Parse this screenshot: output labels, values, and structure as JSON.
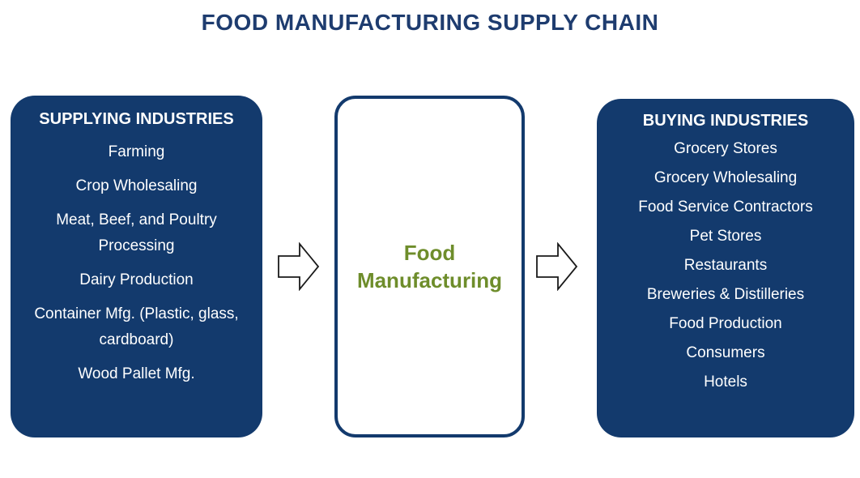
{
  "title": "FOOD MANUFACTURING SUPPLY CHAIN",
  "supplying": {
    "header": "SUPPLYING INDUSTRIES",
    "items": [
      "Farming",
      "Crop Wholesaling",
      "Meat, Beef, and Poultry Processing",
      "Dairy Production",
      "Container Mfg. (Plastic, glass, cardboard)",
      "Wood Pallet Mfg."
    ]
  },
  "center": {
    "label": "Food Manufacturing"
  },
  "buying": {
    "header": "BUYING INDUSTRIES",
    "items": [
      "Grocery Stores",
      "Grocery Wholesaling",
      "Food Service Contractors",
      "Pet Stores",
      "Restaurants",
      "Breweries & Distilleries",
      "Food Production",
      "Consumers",
      "Hotels"
    ]
  },
  "icons": {
    "left_arrow": "right-block-arrow",
    "right_arrow": "right-block-arrow"
  },
  "colors": {
    "navy": "#133A6D",
    "title_navy": "#1E3C6F",
    "green": "#6E8D2B",
    "arrow_fill": "#FFFFFF",
    "arrow_stroke": "#1A1A1A"
  }
}
